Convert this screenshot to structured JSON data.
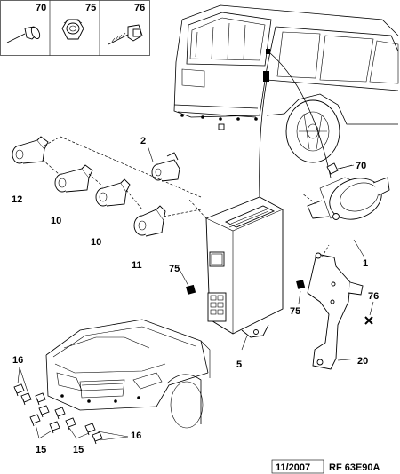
{
  "header_parts": [
    {
      "ref": "70",
      "icon": "rivet-icon"
    },
    {
      "ref": "75",
      "icon": "nut-icon"
    },
    {
      "ref": "76",
      "icon": "screw-icon"
    }
  ],
  "callouts": {
    "c1": "1",
    "c2": "2",
    "c5": "5",
    "c10a": "10",
    "c10b": "10",
    "c11": "11",
    "c12": "12",
    "c15a": "15",
    "c15b": "15",
    "c16a": "16",
    "c16b": "16",
    "c20": "20",
    "c70": "70",
    "c75a": "75",
    "c75b": "75",
    "c76": "76"
  },
  "footer": {
    "date": "11/2007",
    "ref": "RF 63E90A"
  }
}
